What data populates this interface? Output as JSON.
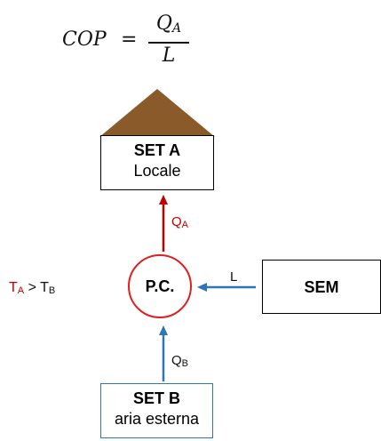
{
  "formula": {
    "lhs": "COP",
    "equals": "=",
    "numerator": "Q",
    "numerator_sub": "A",
    "denominator": "L"
  },
  "set_a": {
    "title": "SET A",
    "subtitle": "Locale"
  },
  "heat_pump": {
    "label": "P.C."
  },
  "sem": {
    "label": "SEM"
  },
  "set_b": {
    "title": "SET B",
    "subtitle": "aria esterna"
  },
  "flows": {
    "qa": {
      "main": "Q",
      "sub": "A"
    },
    "qb": {
      "main": "Q",
      "sub": "B"
    },
    "l": "L"
  },
  "temperature": {
    "left_main": "T",
    "left_sub": "A",
    "operator": " > ",
    "right_main": "T",
    "right_sub": "B"
  },
  "colors": {
    "roof": "#8b5a2b",
    "heat_arrow_red": "#c00000",
    "flow_arrow_blue": "#2e75b6",
    "circle_border": "#e02020",
    "set_b_border": "#2e75b6"
  }
}
